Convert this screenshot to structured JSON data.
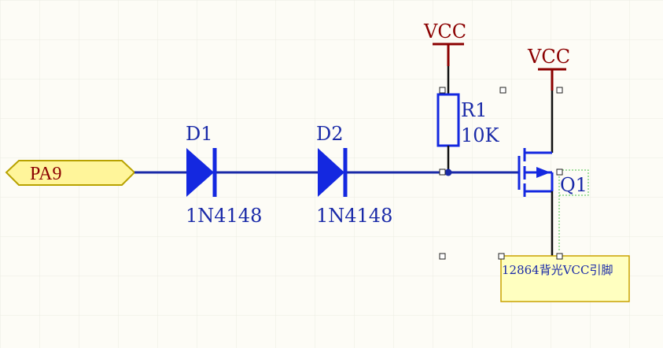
{
  "schematic": {
    "port": {
      "label": "PA9"
    },
    "d1": {
      "designator": "D1",
      "part": "1N4148"
    },
    "d2": {
      "designator": "D2",
      "part": "1N4148"
    },
    "r1": {
      "designator": "R1",
      "value": "10K"
    },
    "vcc_top": {
      "label": "VCC"
    },
    "vcc_right": {
      "label": "VCC"
    },
    "q1": {
      "designator": "Q1"
    },
    "note": {
      "text": "12864背光VCC引脚"
    }
  },
  "colors": {
    "wire": "#1a2aa8",
    "component": "#1428e0",
    "power": "#8b0000",
    "port_fill": "#fff59a",
    "note_fill": "#ffffc0",
    "grid": "#ecebe3"
  }
}
